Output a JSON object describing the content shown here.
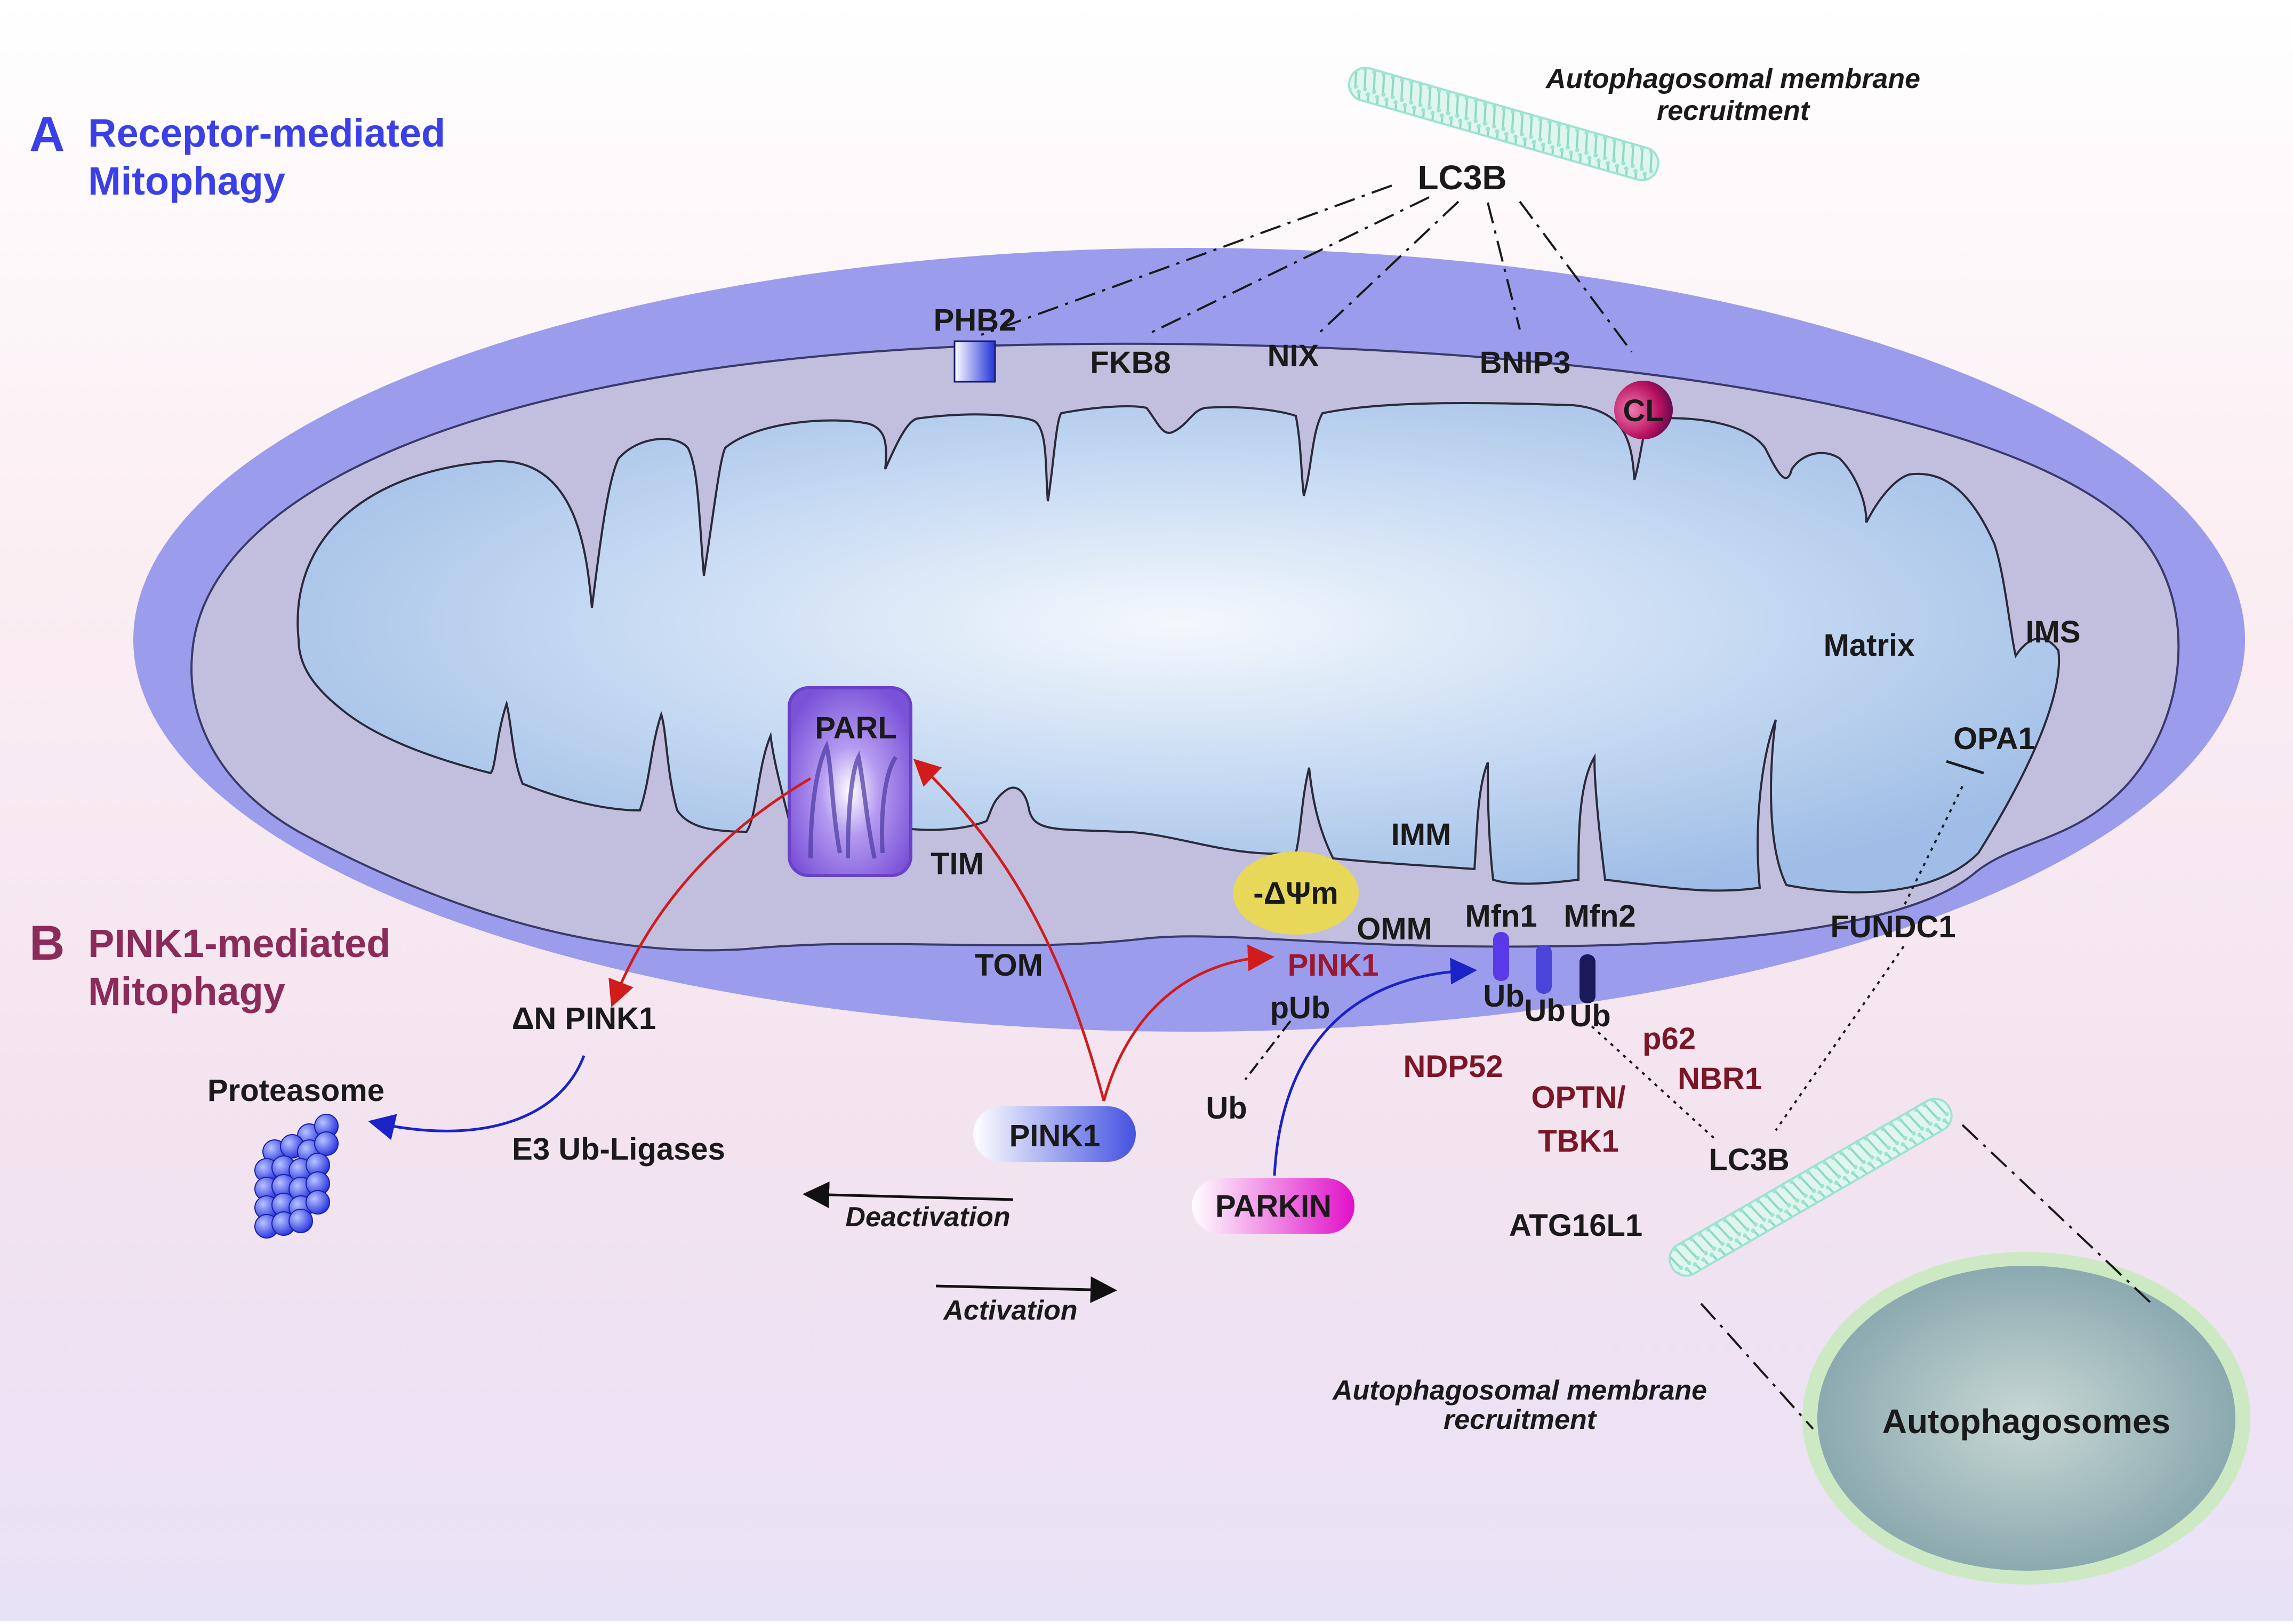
{
  "section_a": {
    "letter": "A",
    "line1": "Receptor-mediated",
    "line2": "Mitophagy"
  },
  "section_b": {
    "letter": "B",
    "line1": "PINK1-mediated",
    "line2": "Mitophagy"
  },
  "top_recruitment": {
    "line1": "Autophagosomal membrane",
    "line2": "recruitment"
  },
  "bottom_recruitment": {
    "line1": "Autophagosomal membrane",
    "line2": "recruitment"
  },
  "receptors": {
    "lc3b_top": "LC3B",
    "phb2": "PHB2",
    "fkb8": "FKB8",
    "nix": "NIX",
    "bnip3": "BNIP3",
    "cl": "CL"
  },
  "compartments": {
    "matrix": "Matrix",
    "ims": "IMS",
    "opa1": "OPA1",
    "imm": "IMM",
    "omm": "OMM",
    "tim": "TIM",
    "tom": "TOM",
    "parl": "PARL",
    "potential": "-ΔΨm"
  },
  "pink1_pathway": {
    "pink1_omm": "PINK1",
    "pub": "pUb",
    "ub": "Ub",
    "pink1_cytosol": "PINK1",
    "parkin": "PARKIN",
    "delta_n_pink1": "ΔN PINK1",
    "proteasome": "Proteasome",
    "e3": "E3 Ub-Ligases",
    "mfn1": "Mfn1",
    "mfn2": "Mfn2",
    "ub1": "Ub",
    "ub2": "Ub",
    "ub3": "Ub",
    "fundc1": "FUNDC1",
    "ndp52": "NDP52",
    "optn_line1": "OPTN/",
    "optn_line2": "TBK1",
    "p62": "p62",
    "nbr1": "NBR1",
    "lc3b_bottom": "LC3B",
    "atg16l1": "ATG16L1",
    "autophagosomes": "Autophagosomes"
  },
  "legend": {
    "deactivation": "Deactivation",
    "activation": "Activation"
  },
  "colors": {
    "outer_membrane": "#9b9cec",
    "ims": "#c2bedd",
    "matrix_center": "#e8f0fb",
    "matrix_edge": "#9fbde6",
    "activation_arrow": "#d01c1c",
    "ubiquitin_arrow": "#1a22c8",
    "section_a": "#3a40e6",
    "section_b": "#8a2b5a",
    "autophagosome_fill": "#9cb8b4"
  }
}
